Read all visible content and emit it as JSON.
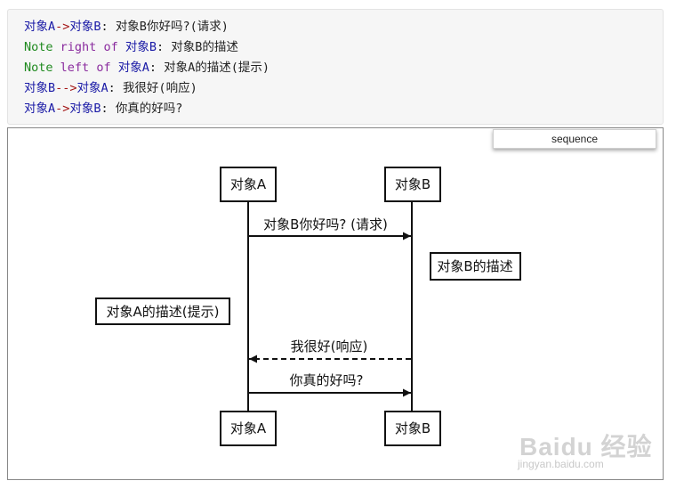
{
  "code": {
    "lines": [
      {
        "tokens": [
          {
            "text": "对象A",
            "color": "blue"
          },
          {
            "text": "->",
            "color": "red"
          },
          {
            "text": "对象B",
            "color": "blue"
          },
          {
            "text": ": ",
            "color": "text"
          },
          {
            "text": "对象B你好吗?(请求)",
            "color": "text"
          }
        ]
      },
      {
        "tokens": [
          {
            "text": "Note",
            "color": "green"
          },
          {
            "text": " ",
            "color": "text"
          },
          {
            "text": "right",
            "color": "purple"
          },
          {
            "text": " ",
            "color": "text"
          },
          {
            "text": "of",
            "color": "purple"
          },
          {
            "text": " ",
            "color": "text"
          },
          {
            "text": "对象B",
            "color": "blue"
          },
          {
            "text": ": ",
            "color": "text"
          },
          {
            "text": "对象B的描述",
            "color": "text"
          }
        ]
      },
      {
        "tokens": [
          {
            "text": "Note",
            "color": "green"
          },
          {
            "text": " ",
            "color": "text"
          },
          {
            "text": "left",
            "color": "purple"
          },
          {
            "text": " ",
            "color": "text"
          },
          {
            "text": "of",
            "color": "purple"
          },
          {
            "text": " ",
            "color": "text"
          },
          {
            "text": "对象A",
            "color": "blue"
          },
          {
            "text": ": ",
            "color": "text"
          },
          {
            "text": "对象A的描述(提示)",
            "color": "text"
          }
        ]
      },
      {
        "tokens": [
          {
            "text": "对象B",
            "color": "blue"
          },
          {
            "text": "-->",
            "color": "red"
          },
          {
            "text": "对象A",
            "color": "blue"
          },
          {
            "text": ": ",
            "color": "text"
          },
          {
            "text": "我很好(响应)",
            "color": "text"
          }
        ]
      },
      {
        "tokens": [
          {
            "text": "对象A",
            "color": "blue"
          },
          {
            "text": "->",
            "color": "red"
          },
          {
            "text": "对象B",
            "color": "blue"
          },
          {
            "text": ": ",
            "color": "text"
          },
          {
            "text": "你真的好吗?",
            "color": "text"
          }
        ]
      }
    ]
  },
  "mode_select": {
    "value": "sequence"
  },
  "diagram": {
    "participants": {
      "a": {
        "label": "对象A"
      },
      "b": {
        "label": "对象B"
      }
    },
    "messages": [
      {
        "label": "对象B你好吗? (请求)",
        "from": "a",
        "to": "b",
        "style": "solid"
      },
      {
        "label": "我很好(响应)",
        "from": "b",
        "to": "a",
        "style": "dashed"
      },
      {
        "label": "你真的好吗?",
        "from": "a",
        "to": "b",
        "style": "solid"
      }
    ],
    "notes": [
      {
        "label": "对象B的描述",
        "position": "right of",
        "participant": "b"
      },
      {
        "label": "对象A的描述(提示)",
        "position": "left of",
        "participant": "a"
      }
    ]
  },
  "watermark": {
    "logo": "Baidu 经验",
    "url": "jingyan.baidu.com"
  },
  "colors": {
    "blue": "#1a1aa6",
    "red": "#a31515",
    "green": "#1f8a1f",
    "purple": "#8a2b9e",
    "text": "#222222"
  }
}
